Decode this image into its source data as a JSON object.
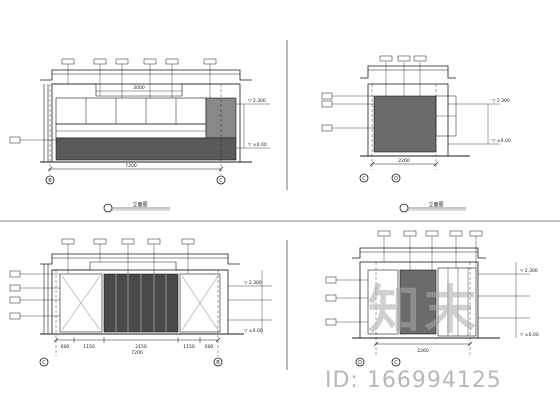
{
  "watermark": {
    "id_text": "ID: 166994125",
    "logo_text": "知末"
  },
  "colors": {
    "line": "#1a1a1a",
    "tag_fill": "#ffffff",
    "stone": "#3a3a3a",
    "watermark": "#b8b8b8"
  },
  "drawings": [
    {
      "name": "elevation-1",
      "title": "立面图",
      "grid_left": "B",
      "grid_right": "C",
      "overall_dim": "7200",
      "inner_dim": "3000",
      "level_upper": "▽ 2.300",
      "level_lower": "▽ ±0.00"
    },
    {
      "name": "elevation-2",
      "title": "立面图",
      "grid_left": "C",
      "grid_right": "D",
      "overall_dim": "2260",
      "level_upper": "▽ 2.300",
      "level_lower": "▽ ±0.00"
    },
    {
      "name": "elevation-3",
      "title": "立面图",
      "grid_left": "C",
      "grid_right": "B",
      "overall_dim": "7200",
      "dims_bottom": [
        "600",
        "1150",
        "2150",
        "1150",
        "600"
      ],
      "level_upper": "▽ 2.300",
      "level_lower": "▽ ±0.00"
    },
    {
      "name": "elevation-4",
      "title": "立面图",
      "grid_left": "D",
      "grid_right": "C",
      "overall_dim": "2260",
      "level_upper": "▽ 2.300",
      "level_lower": "▽ ±0.00"
    }
  ]
}
